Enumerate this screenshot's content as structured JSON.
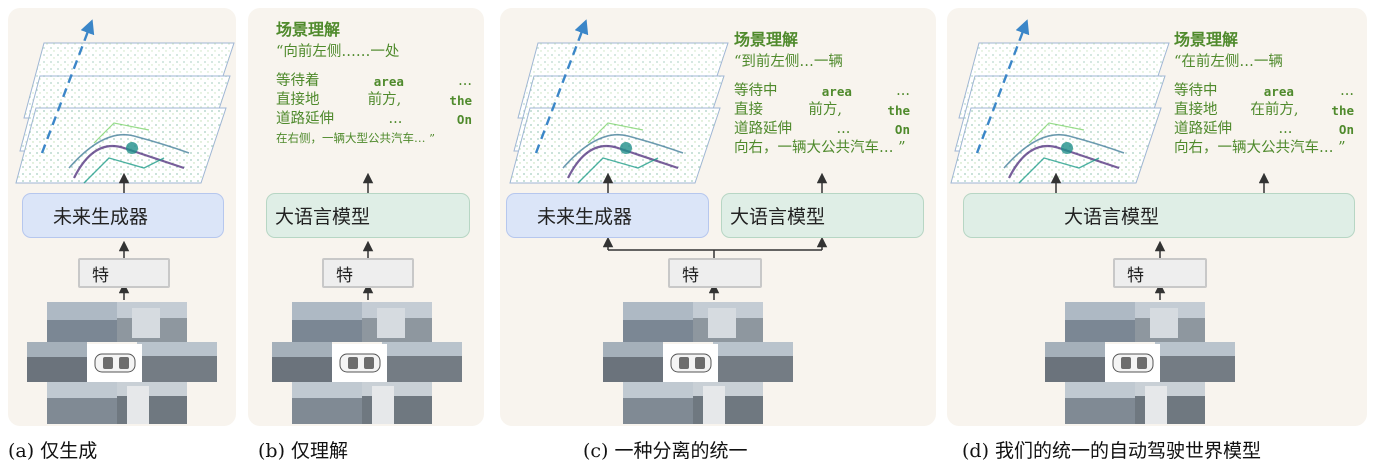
{
  "panels": {
    "a": {
      "caption": "(a) 仅生成",
      "generator_label": "未来生成器",
      "feature_label": "特"
    },
    "b": {
      "caption": "(b) 仅理解",
      "llm_label": "大语言模型",
      "feature_label": "特",
      "scene": {
        "title": "场景理解",
        "line1": "“向前左侧……一处",
        "line2_zh": "等待着",
        "line2_en": "area",
        "line2_tail": "...",
        "line3_zh": "直接地",
        "line3_mid": "前方,",
        "line3_en": "the",
        "line4_zh": "道路延伸",
        "line4_tail": "...",
        "line4_en": "On",
        "line5": "在右侧，一辆大型公共汽车… ”"
      }
    },
    "c": {
      "caption": "(c) 一种分离的统一",
      "generator_label": "未来生成器",
      "llm_label": "大语言模型",
      "feature_label": "特",
      "scene": {
        "title": "场景理解",
        "line1": "“到前左侧…一辆",
        "line2_zh": "等待中",
        "line2_en": "area",
        "line2_tail": "...",
        "line3_zh": "直接",
        "line3_mid": "前方,",
        "line3_en": "the",
        "line4_zh": "道路延伸",
        "line4_tail": "...",
        "line4_en": "On",
        "line5": "向右，一辆大公共汽车… ”"
      }
    },
    "d": {
      "caption": "(d) 我们的统一的自动驾驶世界模型",
      "llm_label": "大语言模型",
      "feature_label": "特",
      "scene": {
        "title": "场景理解",
        "line1": "“在前左侧…一辆",
        "line2_zh": "等待中",
        "line2_en": "area",
        "line2_tail": "...",
        "line3_zh": "直接地",
        "line3_mid": "在前方,",
        "line3_en": "the",
        "line4_zh": "道路延伸",
        "line4_tail": "...",
        "line4_en": "On",
        "line5": "向右，一辆大公共汽车… ”"
      }
    }
  },
  "colors": {
    "panel_bg": "#f8f4ee",
    "generator_fill": "#dbe5f8",
    "llm_fill": "#dfeee6",
    "scene_text": "#4f8a2c",
    "arrow_dash": "#3b86c8"
  }
}
